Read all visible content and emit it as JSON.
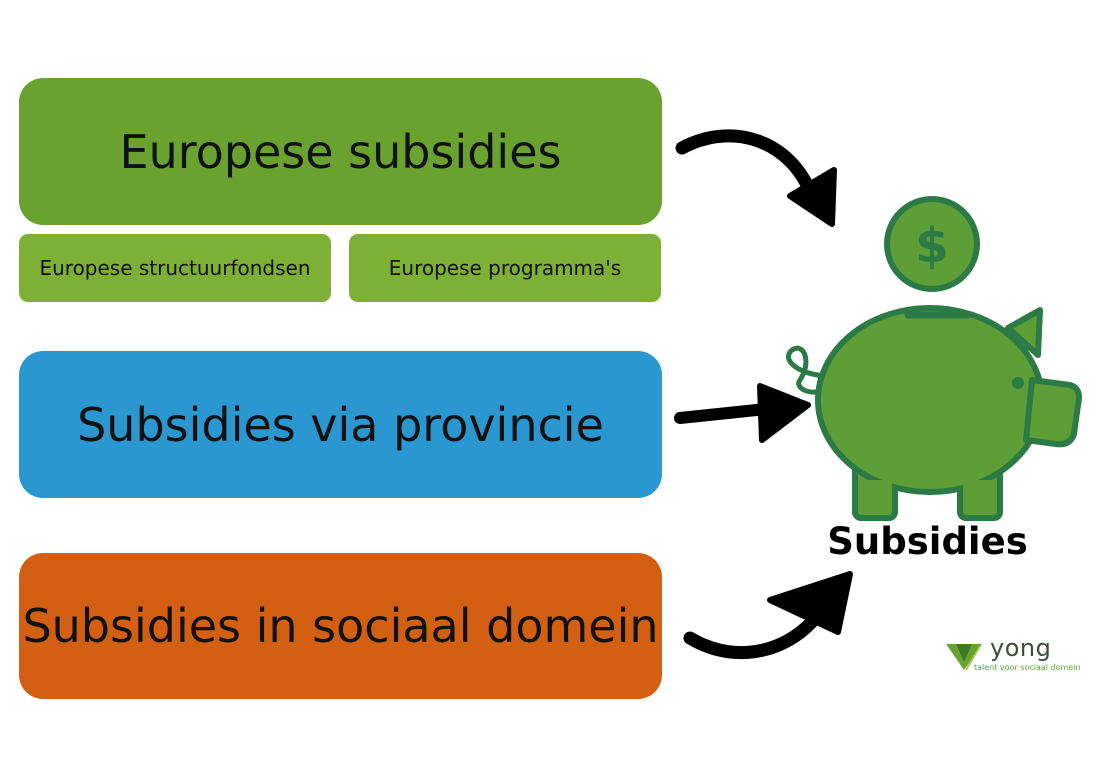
{
  "boxes": {
    "europese_subsidies": "Europese subsidies",
    "structuurfondsen": "Europese structuurfondsen",
    "programmas": "Europese programma's",
    "provincie": "Subsidies via provincie",
    "sociaal_domein": "Subsidies in sociaal domein"
  },
  "piggy_bank": {
    "label": "Subsidies",
    "coin_symbol": "$",
    "icon": "piggy-bank-icon"
  },
  "logo": {
    "wordmark": "yong",
    "tagline": "talent voor sociaal domein"
  },
  "colors": {
    "green_box": "#6aa22f",
    "light_green_box": "#7db035",
    "blue_box": "#2b97d0",
    "orange_box": "#d35f13",
    "piggy_fill": "#5e9e36",
    "piggy_outline": "#2c7a45",
    "arrow": "#000000"
  }
}
